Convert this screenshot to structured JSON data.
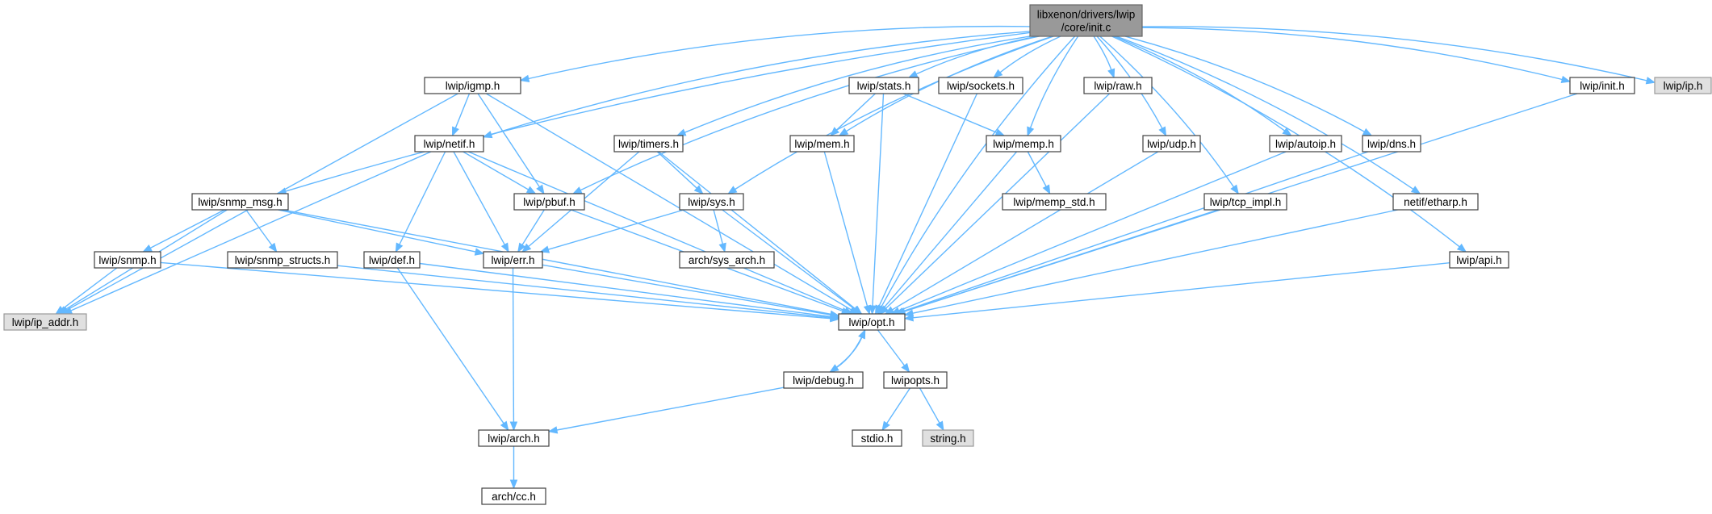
{
  "graph": {
    "nodes": [
      {
        "id": "root",
        "lines": [
          "libxenon/drivers/lwip",
          "/core/init.c"
        ],
        "style": "root"
      },
      {
        "id": "igmp",
        "lines": [
          "lwip/igmp.h"
        ]
      },
      {
        "id": "stats",
        "lines": [
          "lwip/stats.h"
        ]
      },
      {
        "id": "sockets",
        "lines": [
          "lwip/sockets.h"
        ]
      },
      {
        "id": "raw",
        "lines": [
          "lwip/raw.h"
        ]
      },
      {
        "id": "init",
        "lines": [
          "lwip/init.h"
        ]
      },
      {
        "id": "ip",
        "lines": [
          "lwip/ip.h"
        ],
        "style": "gray"
      },
      {
        "id": "netif",
        "lines": [
          "lwip/netif.h"
        ]
      },
      {
        "id": "timers",
        "lines": [
          "lwip/timers.h"
        ]
      },
      {
        "id": "mem",
        "lines": [
          "lwip/mem.h"
        ]
      },
      {
        "id": "memp",
        "lines": [
          "lwip/memp.h"
        ]
      },
      {
        "id": "udp",
        "lines": [
          "lwip/udp.h"
        ]
      },
      {
        "id": "autoip",
        "lines": [
          "lwip/autoip.h"
        ]
      },
      {
        "id": "dns",
        "lines": [
          "lwip/dns.h"
        ]
      },
      {
        "id": "snmp_msg",
        "lines": [
          "lwip/snmp_msg.h"
        ]
      },
      {
        "id": "pbuf",
        "lines": [
          "lwip/pbuf.h"
        ]
      },
      {
        "id": "sys",
        "lines": [
          "lwip/sys.h"
        ]
      },
      {
        "id": "memp_std",
        "lines": [
          "lwip/memp_std.h"
        ]
      },
      {
        "id": "tcp_impl",
        "lines": [
          "lwip/tcp_impl.h"
        ]
      },
      {
        "id": "etharp",
        "lines": [
          "netif/etharp.h"
        ]
      },
      {
        "id": "snmp",
        "lines": [
          "lwip/snmp.h"
        ]
      },
      {
        "id": "snmp_structs",
        "lines": [
          "lwip/snmp_structs.h"
        ]
      },
      {
        "id": "def",
        "lines": [
          "lwip/def.h"
        ]
      },
      {
        "id": "err",
        "lines": [
          "lwip/err.h"
        ]
      },
      {
        "id": "sys_arch",
        "lines": [
          "arch/sys_arch.h"
        ]
      },
      {
        "id": "api",
        "lines": [
          "lwip/api.h"
        ]
      },
      {
        "id": "ip_addr",
        "lines": [
          "lwip/ip_addr.h"
        ],
        "style": "gray"
      },
      {
        "id": "opt",
        "lines": [
          "lwip/opt.h"
        ]
      },
      {
        "id": "debug",
        "lines": [
          "lwip/debug.h"
        ]
      },
      {
        "id": "lwipopts",
        "lines": [
          "lwipopts.h"
        ]
      },
      {
        "id": "stdio",
        "lines": [
          "stdio.h"
        ]
      },
      {
        "id": "string",
        "lines": [
          "string.h"
        ],
        "style": "gray"
      },
      {
        "id": "arch",
        "lines": [
          "lwip/arch.h"
        ]
      },
      {
        "id": "cc",
        "lines": [
          "arch/cc.h"
        ]
      }
    ],
    "edges": [
      [
        "root",
        "igmp"
      ],
      [
        "root",
        "stats"
      ],
      [
        "root",
        "sockets"
      ],
      [
        "root",
        "raw"
      ],
      [
        "root",
        "init"
      ],
      [
        "root",
        "ip"
      ],
      [
        "root",
        "netif"
      ],
      [
        "root",
        "timers"
      ],
      [
        "root",
        "mem"
      ],
      [
        "root",
        "memp"
      ],
      [
        "root",
        "udp"
      ],
      [
        "root",
        "autoip"
      ],
      [
        "root",
        "dns"
      ],
      [
        "root",
        "snmp_msg"
      ],
      [
        "root",
        "pbuf"
      ],
      [
        "root",
        "sys"
      ],
      [
        "root",
        "tcp_impl"
      ],
      [
        "root",
        "etharp"
      ],
      [
        "root",
        "api"
      ],
      [
        "root",
        "opt"
      ],
      [
        "igmp",
        "netif"
      ],
      [
        "igmp",
        "pbuf"
      ],
      [
        "igmp",
        "ip_addr"
      ],
      [
        "igmp",
        "opt"
      ],
      [
        "stats",
        "mem"
      ],
      [
        "stats",
        "memp"
      ],
      [
        "stats",
        "opt"
      ],
      [
        "sockets",
        "opt"
      ],
      [
        "raw",
        "opt"
      ],
      [
        "init",
        "opt"
      ],
      [
        "netif",
        "pbuf"
      ],
      [
        "netif",
        "def"
      ],
      [
        "netif",
        "err"
      ],
      [
        "netif",
        "ip_addr"
      ],
      [
        "netif",
        "opt"
      ],
      [
        "timers",
        "sys"
      ],
      [
        "timers",
        "err"
      ],
      [
        "timers",
        "opt"
      ],
      [
        "mem",
        "opt"
      ],
      [
        "memp",
        "memp_std"
      ],
      [
        "memp",
        "opt"
      ],
      [
        "udp",
        "opt"
      ],
      [
        "autoip",
        "opt"
      ],
      [
        "dns",
        "opt"
      ],
      [
        "snmp_msg",
        "snmp"
      ],
      [
        "snmp_msg",
        "snmp_structs"
      ],
      [
        "snmp_msg",
        "err"
      ],
      [
        "snmp_msg",
        "ip_addr"
      ],
      [
        "snmp_msg",
        "opt"
      ],
      [
        "pbuf",
        "err"
      ],
      [
        "pbuf",
        "opt"
      ],
      [
        "sys",
        "sys_arch"
      ],
      [
        "sys",
        "err"
      ],
      [
        "sys",
        "opt"
      ],
      [
        "tcp_impl",
        "opt"
      ],
      [
        "etharp",
        "opt"
      ],
      [
        "api",
        "opt"
      ],
      [
        "snmp",
        "ip_addr"
      ],
      [
        "snmp",
        "opt"
      ],
      [
        "snmp_structs",
        "opt"
      ],
      [
        "def",
        "arch"
      ],
      [
        "def",
        "opt"
      ],
      [
        "err",
        "arch"
      ],
      [
        "err",
        "opt"
      ],
      [
        "opt",
        "debug"
      ],
      [
        "opt",
        "lwipopts"
      ],
      [
        "debug",
        "opt"
      ],
      [
        "debug",
        "arch"
      ],
      [
        "lwipopts",
        "stdio"
      ],
      [
        "lwipopts",
        "string"
      ],
      [
        "arch",
        "cc"
      ]
    ]
  }
}
